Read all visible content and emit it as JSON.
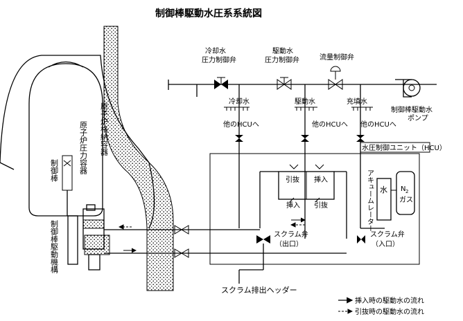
{
  "title": "制御棒駆動水圧系系統図",
  "labels": {
    "cooling_pressure_valve": [
      "冷却水",
      "圧力制御弁"
    ],
    "drive_pressure_valve": [
      "駆動水",
      "圧力制御弁"
    ],
    "flow_valve": "流量制御弁",
    "pump": [
      "制御棒駆動水",
      "ポンプ"
    ],
    "cooling_water": "冷却水",
    "drive_water": "駆動水",
    "charging_water": "充填水",
    "to_other_hcu_1": "他のHCUへ",
    "to_other_hcu_2": "他のHCUへ",
    "to_other_hcu_3": "他のHCUへ",
    "hcu": "水圧制御ユニット（HCU）",
    "containment": "原子炉格納容器",
    "pressure_vessel": "原子炉圧力容器",
    "control_rod": "制御棒",
    "drive_mechanism": "制御棒駆動機構",
    "withdraw_top": "引抜",
    "insert_top": "挿入",
    "insert_bottom": "挿入",
    "withdraw_bottom": "引抜",
    "accumulator": "アキュームレーター",
    "water": "水",
    "n2_gas_n": "N",
    "n2_gas_sub": "2",
    "n2_gas_word": "ガス",
    "scram_outlet": [
      "スクラム弁",
      "（出口）"
    ],
    "scram_inlet": [
      "スクラム弁",
      "（入口）"
    ],
    "scram_header": "スクラム排出ヘッダー"
  },
  "legend": [
    {
      "style": "solid",
      "label": "挿入時の駆動水の流れ"
    },
    {
      "style": "dotted",
      "label": "引抜時の駆動水の流れ"
    }
  ]
}
